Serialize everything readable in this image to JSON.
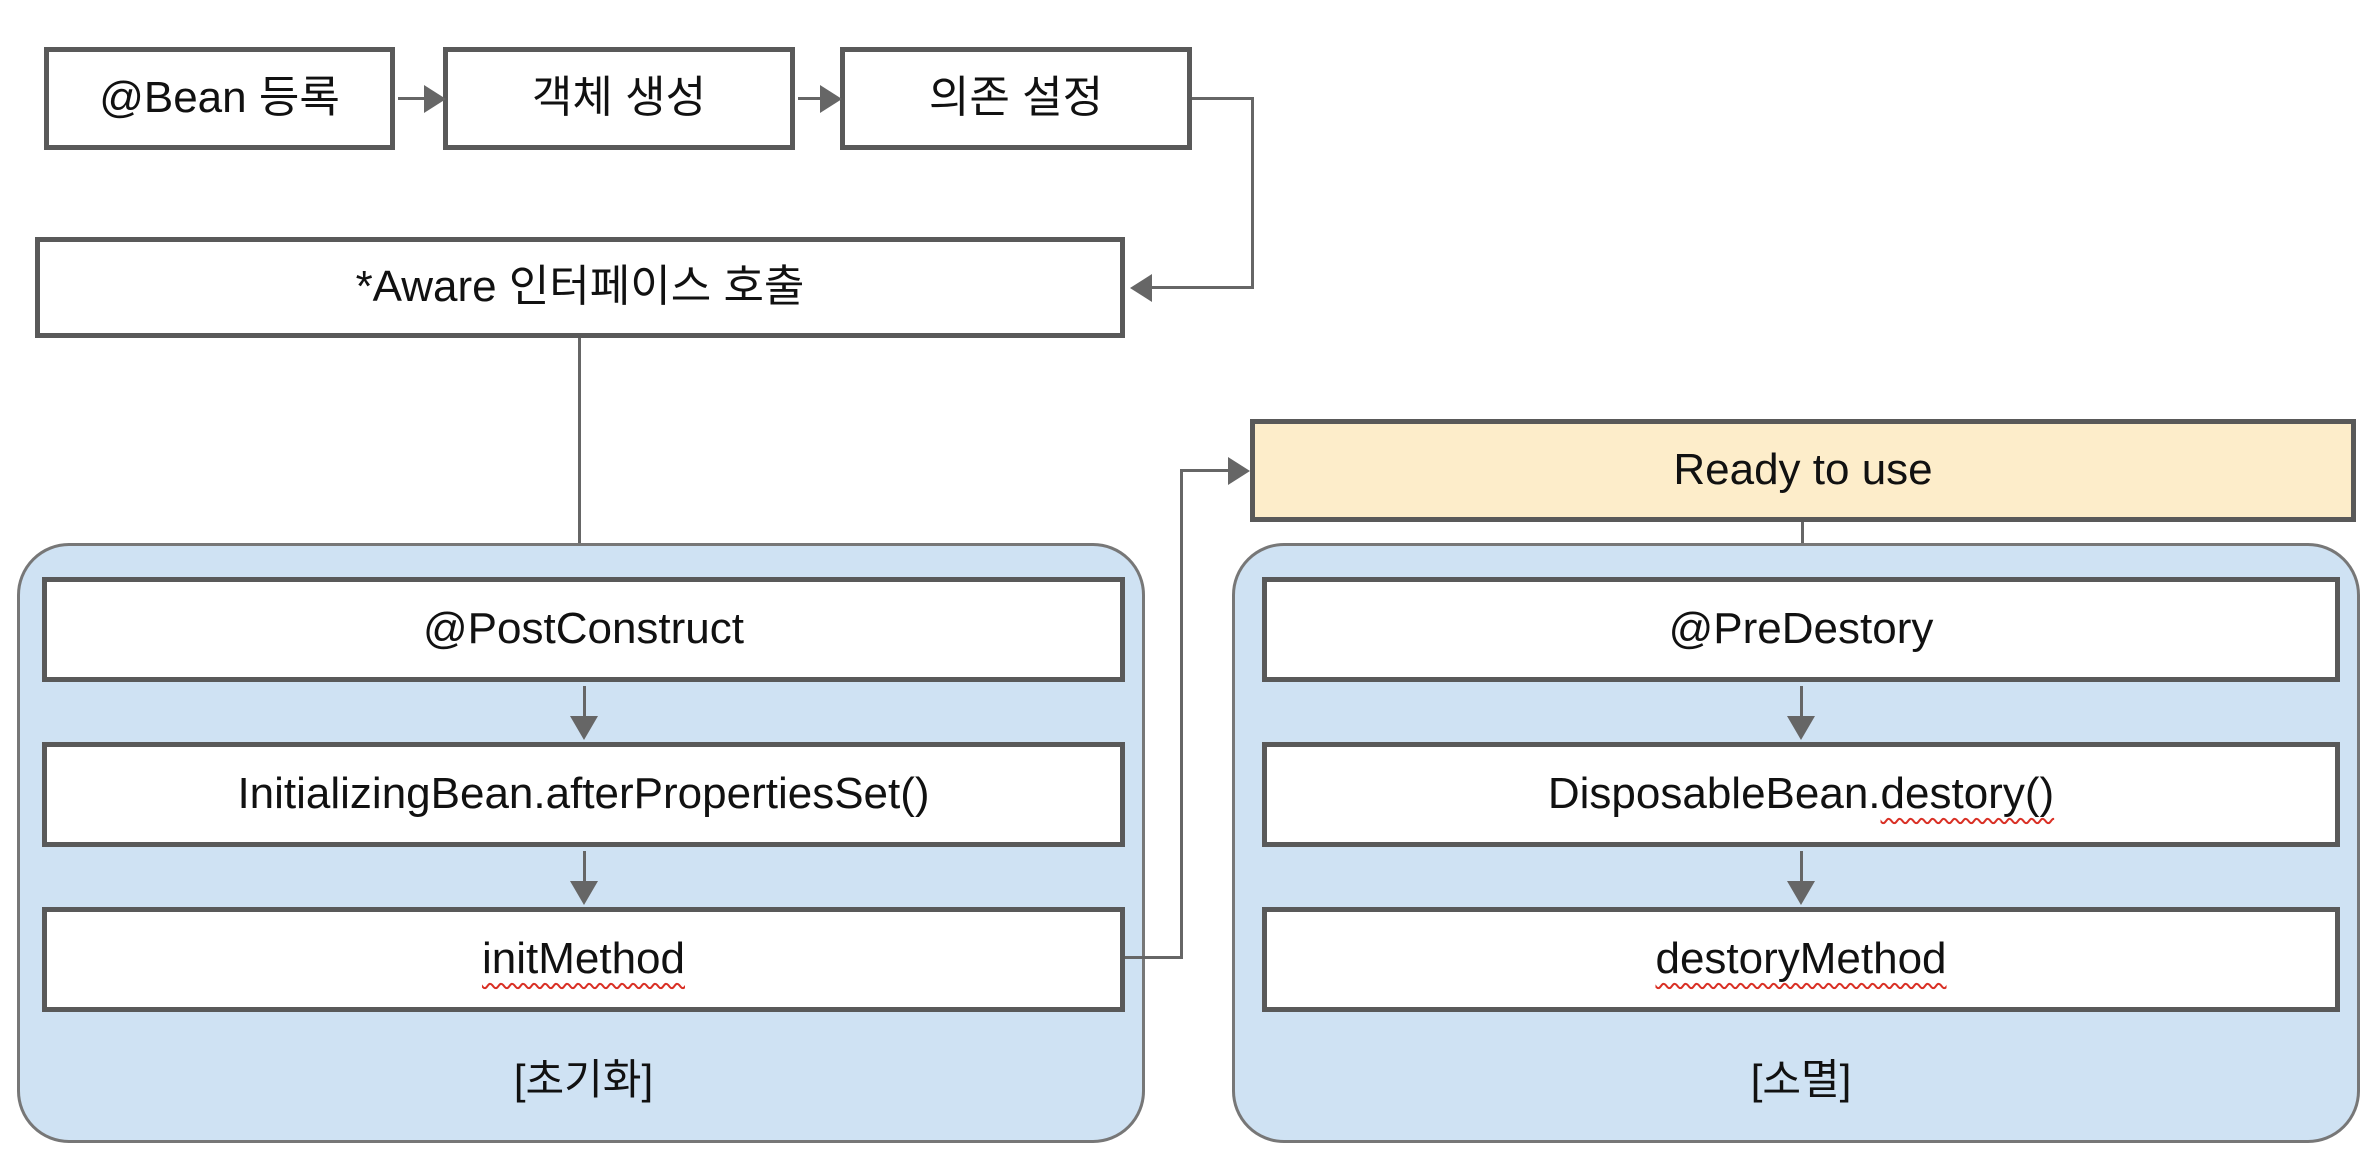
{
  "palette": {
    "box_border": "#595959",
    "group_fill": "#cfe2f3",
    "group_border": "#777777",
    "ready_fill": "#fdedca",
    "arrow": "#666666",
    "squiggle": "#d93025",
    "text": "#111111"
  },
  "flow": {
    "register": "@Bean 등록",
    "create": "객체 생성",
    "dependency": "의존 설정",
    "aware": "*Aware 인터페이스 호출",
    "ready": "Ready to use"
  },
  "init_group": {
    "caption": "[초기화]",
    "steps": [
      {
        "plain": "@PostConstruct",
        "wavy": ""
      },
      {
        "plain": "InitializingBean.afterPropertiesSet()",
        "wavy": ""
      },
      {
        "plain": "",
        "wavy": "initMethod"
      }
    ]
  },
  "destroy_group": {
    "caption": "[소멸]",
    "steps": [
      {
        "plain": "@PreDestory",
        "wavy": ""
      },
      {
        "plain": "DisposableBean.",
        "wavy": "destory()"
      },
      {
        "plain": "",
        "wavy": "destoryMethod"
      }
    ]
  }
}
